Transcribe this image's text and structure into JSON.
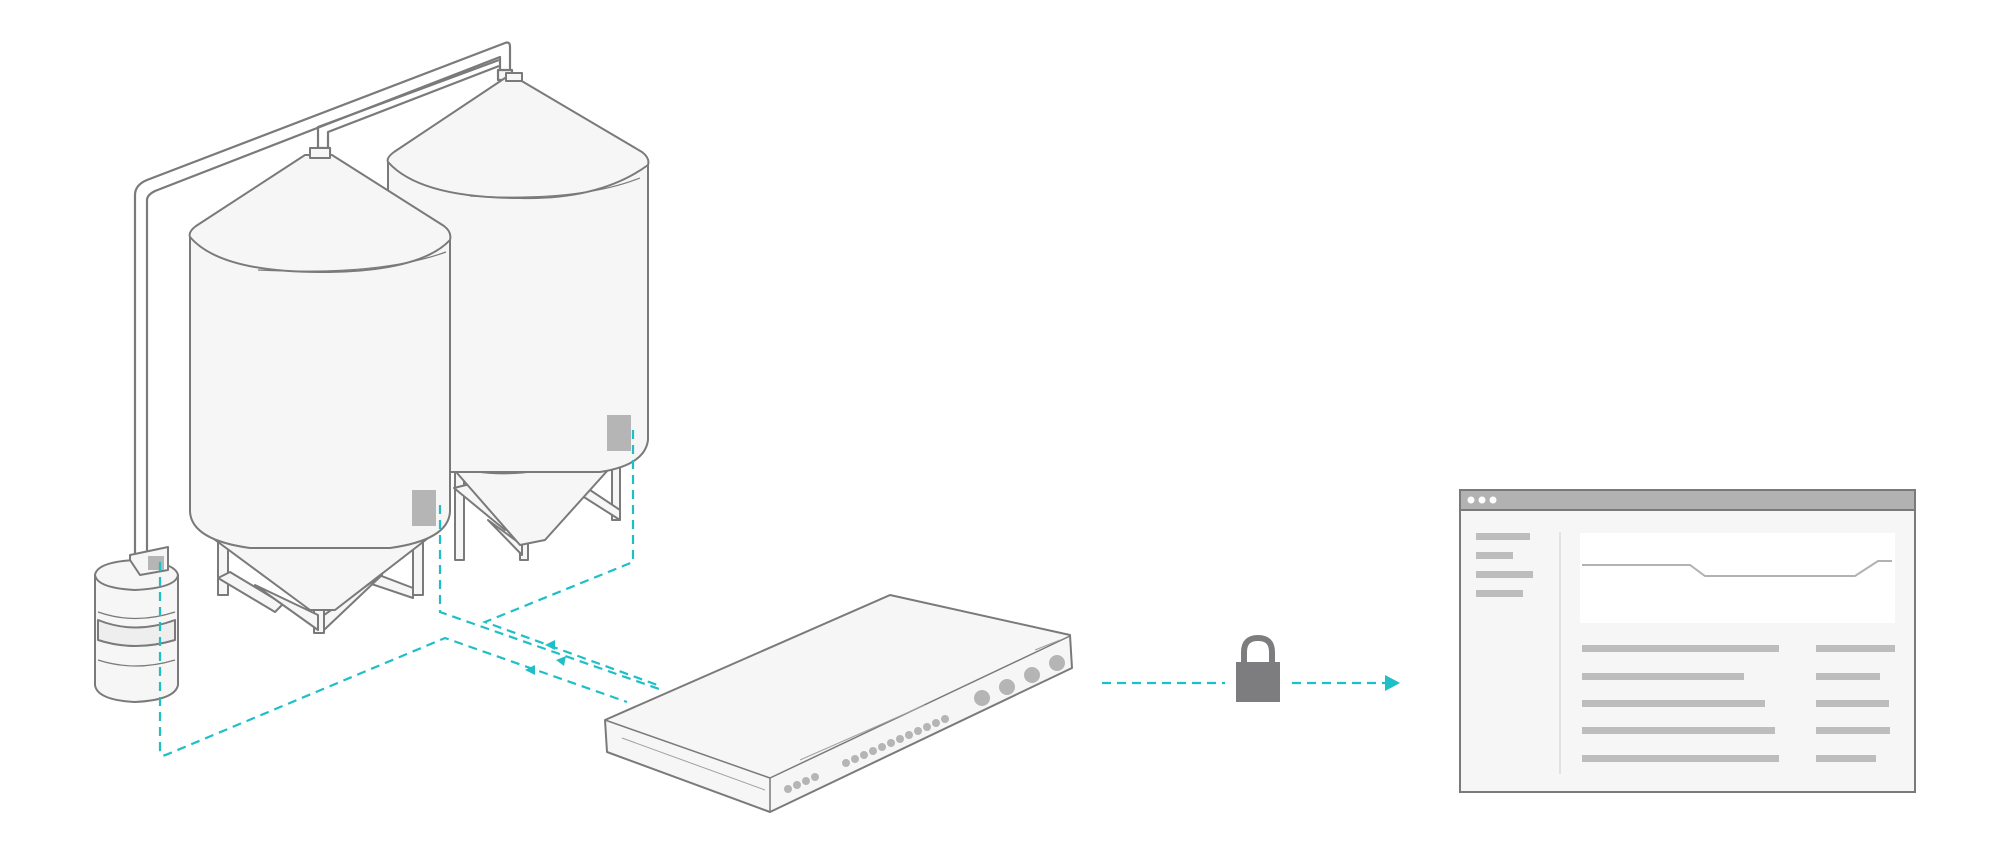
{
  "diagram": {
    "nodes": [
      {
        "id": "silo-front",
        "label": ""
      },
      {
        "id": "silo-back",
        "label": ""
      },
      {
        "id": "collector-tank",
        "label": ""
      },
      {
        "id": "gateway-device",
        "label": ""
      },
      {
        "id": "secure-lock",
        "label": ""
      },
      {
        "id": "dashboard-window",
        "label": ""
      }
    ],
    "edges": [
      {
        "from": "collector-tank",
        "to": "gateway-device",
        "style": "dashed"
      },
      {
        "from": "silo-front",
        "to": "gateway-device",
        "style": "dashed"
      },
      {
        "from": "silo-back",
        "to": "gateway-device",
        "style": "dashed"
      },
      {
        "from": "gateway-device",
        "to": "dashboard-window",
        "style": "dashed",
        "via": "secure-lock"
      }
    ]
  },
  "colors": {
    "outline": "#7a7a7a",
    "fill": "#f6f6f6",
    "sensor": "#b5b5b5",
    "link": "#1fbfc8",
    "lock": "#7d7d7f",
    "ui_bar": "#b2b2b2",
    "ui_line": "#bdbdbd"
  },
  "icons": {
    "lock": "padlock-icon",
    "window": "browser-window-icon",
    "device": "network-gateway-icon"
  }
}
